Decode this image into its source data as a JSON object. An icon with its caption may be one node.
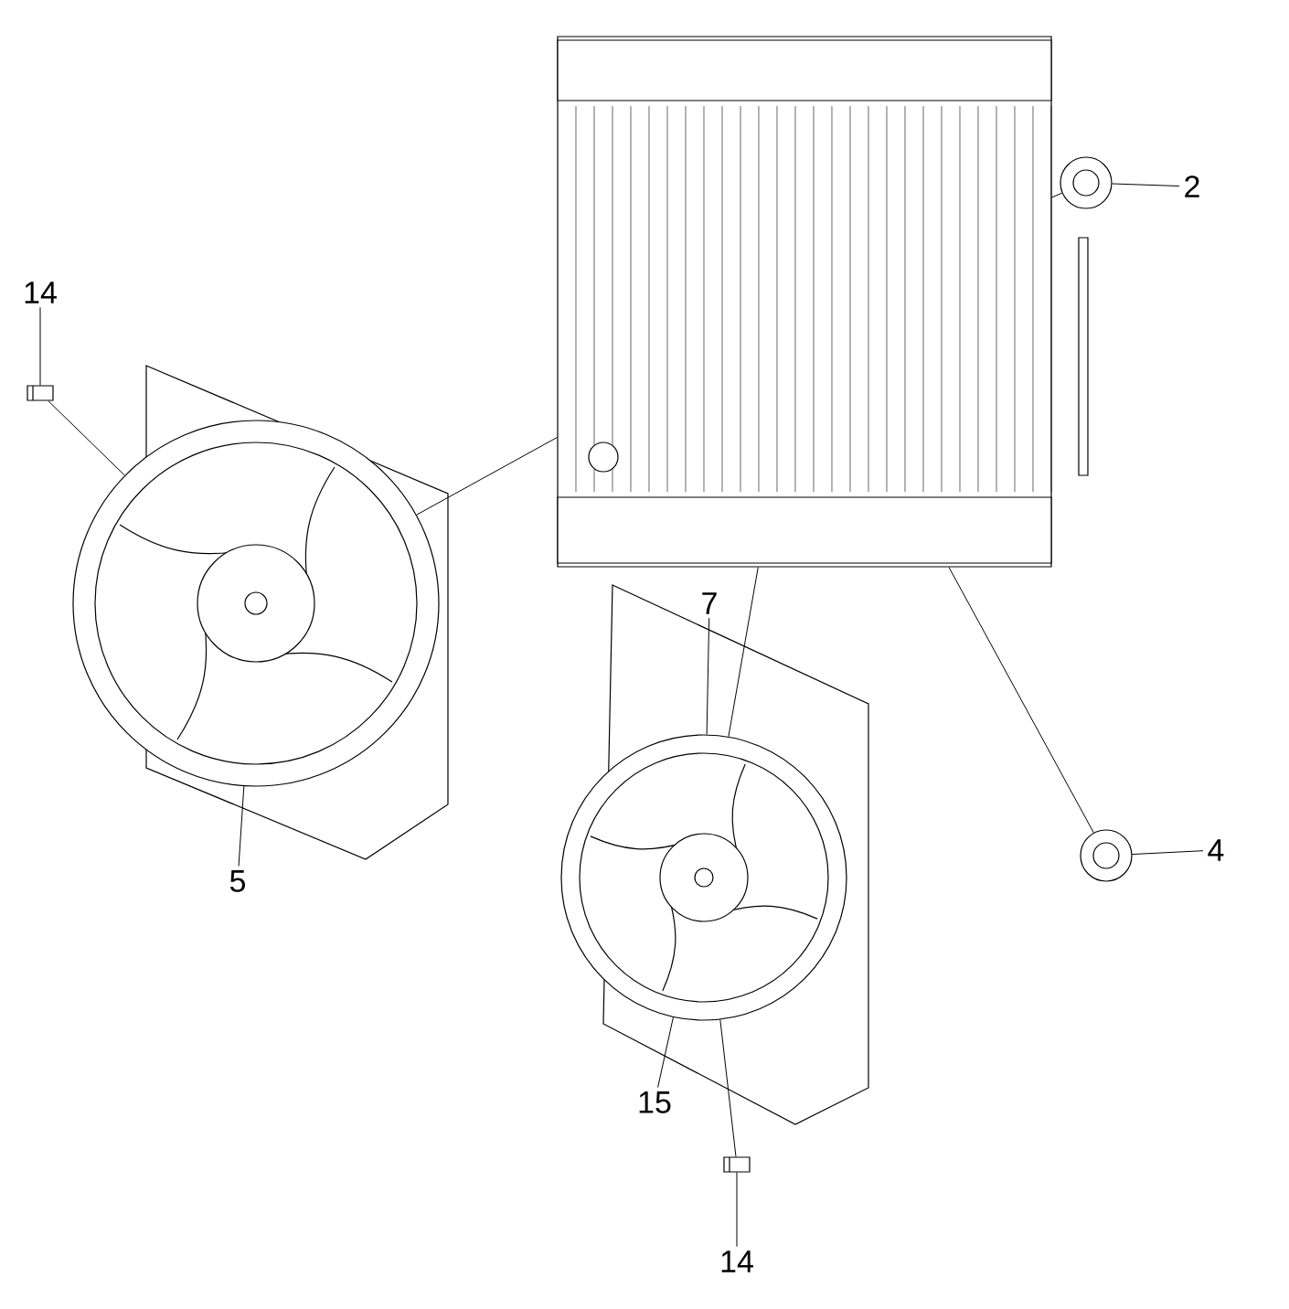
{
  "diagram": {
    "nodes": [
      {
        "text": [
          "14"
        ]
      },
      {
        "text": [],
        "shape": "picture"
      },
      {
        "text": [
          "2"
        ]
      },
      {
        "text": [],
        "shape": "picture"
      },
      {
        "text": [],
        "shape": "picture"
      },
      {
        "text": [],
        "shape": "picture"
      },
      {
        "text": [
          "5"
        ]
      },
      {
        "text": [],
        "shape": "picture"
      },
      {
        "text": [
          "7"
        ]
      },
      {
        "text": [
          "4"
        ]
      },
      {
        "text": [],
        "shape": "picture"
      },
      {
        "text": [
          "15"
        ]
      },
      {
        "text": [],
        "shape": "picture"
      },
      {
        "text": [
          "14"
        ]
      }
    ],
    "edges": [
      {
        "from": 0,
        "to": 1,
        "arrow": "none"
      },
      {
        "from": 2,
        "to": 3,
        "arrow": "none"
      },
      {
        "from": 6,
        "to": 5,
        "arrow": "none"
      },
      {
        "from": 8,
        "to": 7,
        "arrow": "none"
      },
      {
        "from": 9,
        "to": 10,
        "arrow": "none"
      },
      {
        "from": 11,
        "to": 7,
        "arrow": "none"
      },
      {
        "from": 13,
        "to": 12,
        "arrow": "none"
      },
      {
        "from": 1,
        "to": 5,
        "arrow": "none"
      },
      {
        "from": 3,
        "to": 4,
        "arrow": "none"
      },
      {
        "from": 10,
        "to": 4,
        "arrow": "none"
      },
      {
        "from": 5,
        "to": 4,
        "arrow": "none"
      },
      {
        "from": 7,
        "to": 4,
        "arrow": "none"
      },
      {
        "from": 12,
        "to": 7,
        "arrow": "none"
      }
    ]
  }
}
